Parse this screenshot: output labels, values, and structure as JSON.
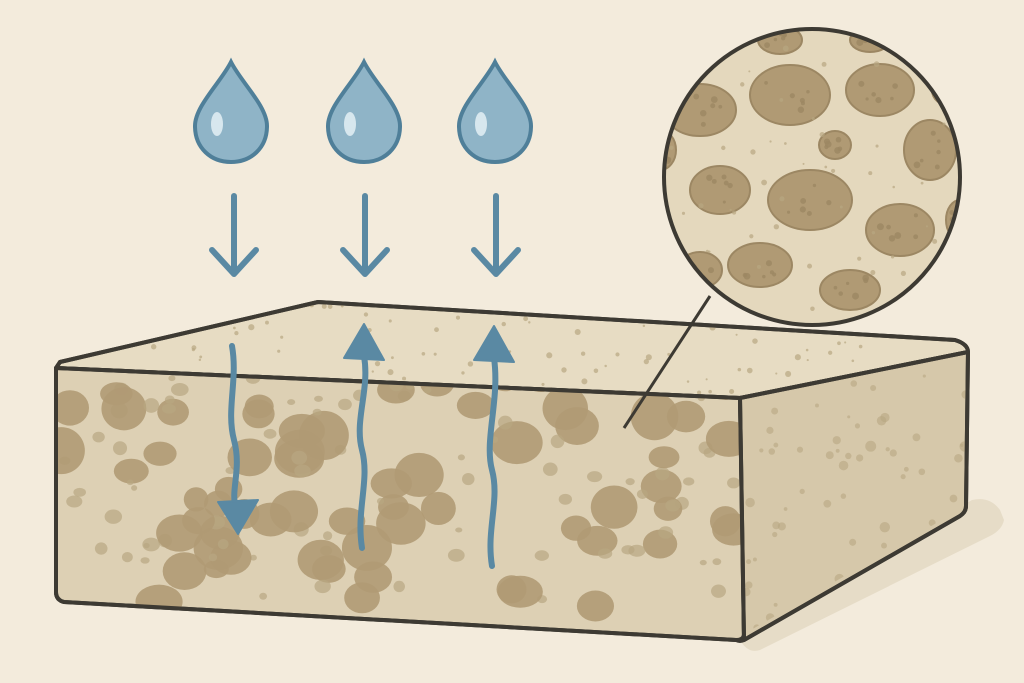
{
  "diagram": {
    "drops": [
      {
        "id": "drop-1",
        "flow": "down"
      },
      {
        "id": "drop-2",
        "flow": "down"
      },
      {
        "id": "drop-3",
        "flow": "down"
      }
    ],
    "flows_in_block": [
      {
        "id": "flow-1",
        "direction": "down"
      },
      {
        "id": "flow-2",
        "direction": "up"
      },
      {
        "id": "flow-3",
        "direction": "up"
      }
    ],
    "magnifier": {
      "shows": "pore-structure"
    }
  },
  "colors": {
    "background": "#f3ebdc",
    "outline": "#3d3a33",
    "block_top": "#e7dcc3",
    "block_front": "#ddd0b4",
    "block_side": "#d6c8aa",
    "pore": "#b09a74",
    "pore_dark": "#9c8763",
    "speckle": "#b8a682",
    "water": "#8fb4c7",
    "water_dark": "#4f7f99",
    "arrow": "#5a89a3",
    "shadow": "#e6dcc7"
  },
  "icons": {
    "drop": "water-drop-icon",
    "arrow_down": "arrow-down-icon",
    "arrow_up": "arrow-up-icon"
  }
}
